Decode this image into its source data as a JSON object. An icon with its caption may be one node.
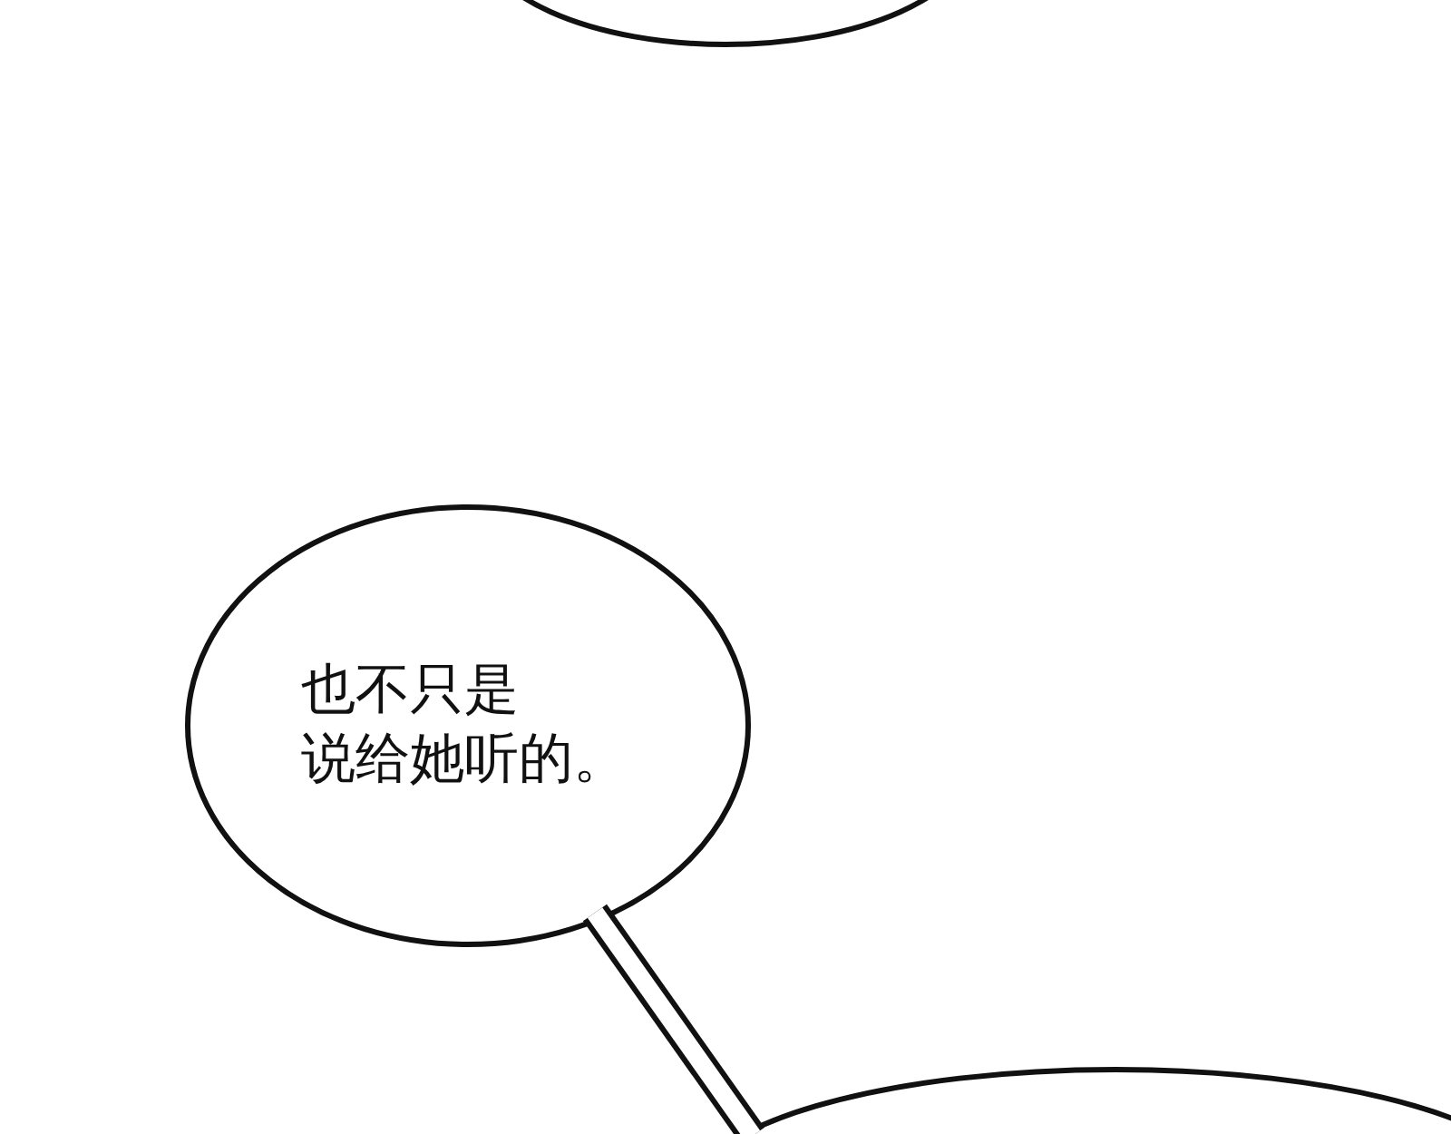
{
  "diagram": {
    "nodes": [
      {
        "text": [],
        "shape": "ellipse"
      },
      {
        "text": [
          "也不只是说给她听的。"
        ]
      },
      {
        "text": [],
        "shape": "ellipse"
      }
    ],
    "edges": [
      {
        "from": 1,
        "to": 2,
        "arrow": "none"
      }
    ]
  }
}
